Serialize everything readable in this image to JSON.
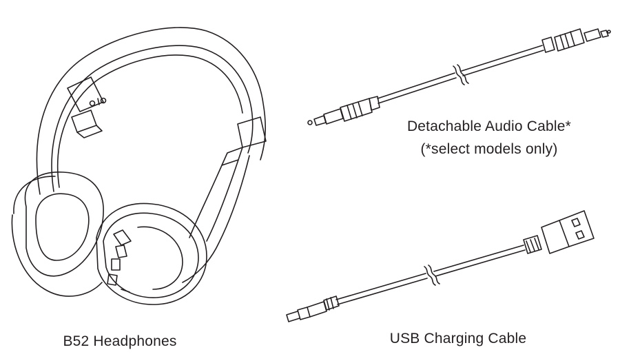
{
  "items": {
    "headphones": {
      "label": "B52 Headphones"
    },
    "audio_cable": {
      "label": "Detachable Audio Cable*",
      "note": "(*select models only)"
    },
    "usb_cable": {
      "label": "USB Charging Cable"
    }
  },
  "colors": {
    "line": "#231f20",
    "background": "#ffffff"
  }
}
